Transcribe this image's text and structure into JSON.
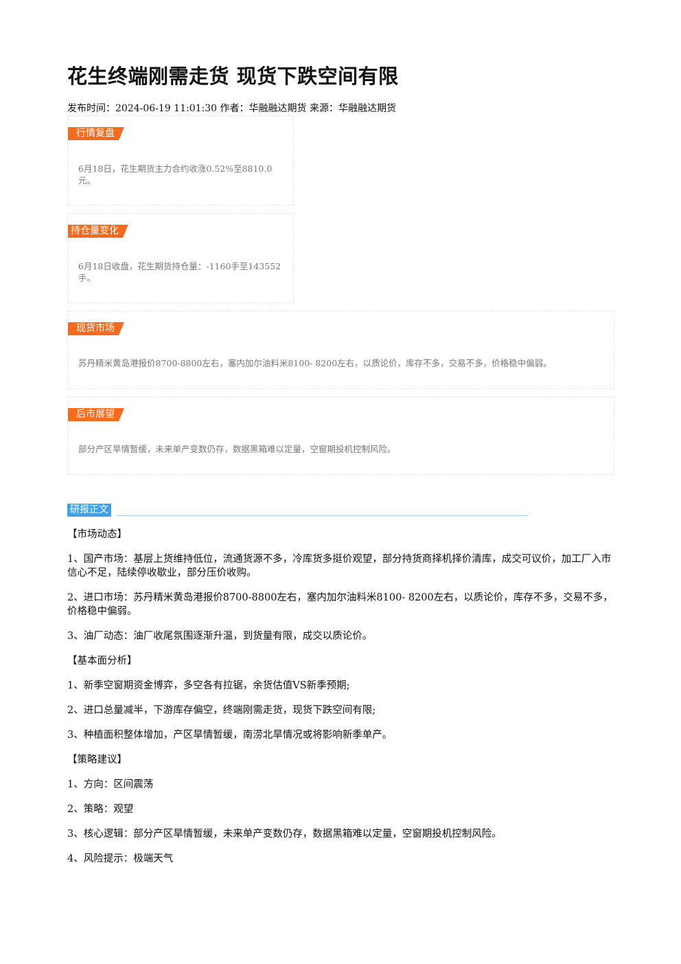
{
  "article": {
    "title": "花生终端刚需走货 现货下跌空间有限",
    "meta": "发布时间：2024-06-19 11:01:30 作者：华融融达期货 来源：华融融达期货"
  },
  "summary": {
    "market_review": {
      "tag": "行情复盘",
      "text": "6月18日，花生期货主力合约收涨0.52%至8810.0元。"
    },
    "open_interest": {
      "tag": "持仓量变化",
      "text": "6月18日收盘，花生期货持仓量：-1160手至143552手。"
    },
    "spot_market": {
      "tag": "现货市场",
      "text": "苏丹精米黄岛港报价8700-8800左右，塞内加尔油料米8100- 8200左右，以质论价，库存不多，交易不多，价格稳中偏弱。"
    },
    "outlook": {
      "tag": "后市展望",
      "text": "部分产区旱情暂缓，未来单产变数仍存，数据黑箱难以定量，空窗期投机控制风险。"
    }
  },
  "report": {
    "tag": "研报正文",
    "market_dynamics": {
      "heading": "【市场动态】",
      "items": [
        "1、国产市场：基层上货维持低位，流通货源不多，冷库货多挺价观望，部分持货商择机择价清库，成交可议价，加工厂入市信心不足，陆续停收歇业，部分压价收购。",
        "2、进口市场：苏丹精米黄岛港报价8700-8800左右，塞内加尔油料米8100- 8200左右，以质论价，库存不多，交易不多，价格稳中偏弱。",
        "3、油厂动态：油厂收尾氛围逐渐升温，到货量有限，成交以质论价。"
      ]
    },
    "fundamentals": {
      "heading": "【基本面分析】",
      "items": [
        "1、新季空窗期资金博弈，多空各有拉锯，余货估值VS新季预期;",
        "2、进口总量减半，下游库存偏空，终端刚需走货，现货下跌空间有限;",
        "3、种植面积整体增加，产区旱情暂缓，南涝北旱情况或将影响新季单产。"
      ]
    },
    "strategy": {
      "heading": "【策略建议】",
      "items": [
        "1、方向：区间震荡",
        "2、策略：观望",
        "3、核心逻辑：部分产区旱情暂缓，未来单产变数仍存，数据黑箱难以定量，空窗期投机控制风险。",
        "4、风险提示：极端天气"
      ]
    }
  }
}
